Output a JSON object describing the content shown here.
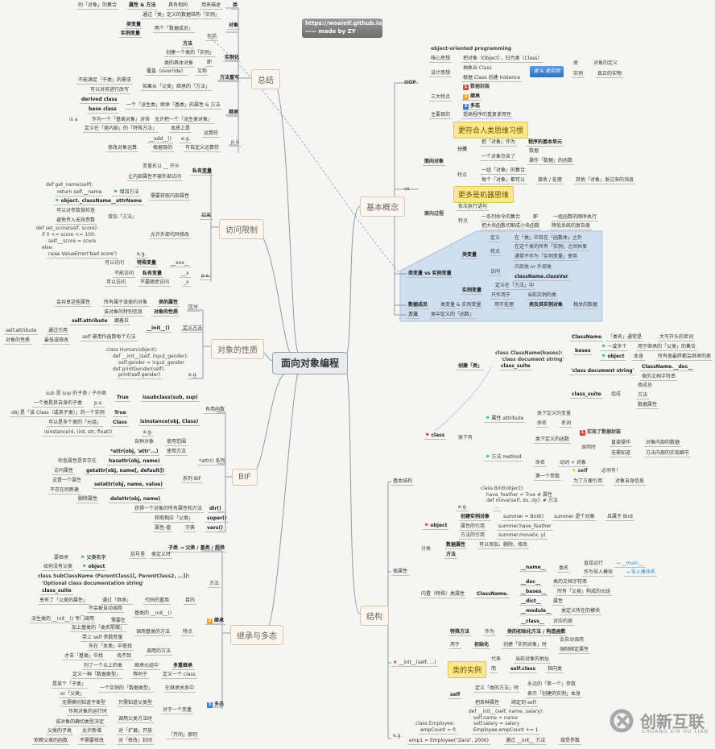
{
  "header": {
    "url": "https://woaielf.github.io/",
    "author": "—— made by ZY"
  },
  "center": "面向对象编程",
  "topics": {
    "summary": "总结",
    "access": "访问限制",
    "props": "对象的性质",
    "bif": "BIF",
    "inherit": "继承与多态",
    "concept": "基本概念",
    "structure": "结构"
  },
  "summary": [
    "的「对象」的集合",
    "属性 & 方法",
    "具有相同",
    "用来描述",
    "类",
    "通过「类」定义的数据结构「实例」",
    "类变量",
    "两个「数据成员」",
    "实例变量",
    "包括",
    "对象",
    "方法",
    "创建一个类的「实例」",
    "实例化",
    "类的具体对象",
    "即",
    "覆盖（override）",
    "又称",
    "方法重写",
    "不能满足「子类」的需求",
    "如果从「父类」继承的「方法」",
    "可以对其进行改写",
    "derived class",
    "base class",
    "一个「派生类」继承「基类」的属性 & 方法",
    "继承",
    "is a",
    "作为一个「基类对象」对待",
    "允许把一个「派生类对象」",
    "定义在「类内部」的「特殊方法」",
    "本质上是",
    "运算符",
    "__add__()",
    "e.g.",
    "p.s.",
    "修改对象运算",
    "根据目的",
    "可自定义运算符"
  ],
  "access": [
    "变量名以 __ 开头",
    "私有变量",
    "让内部属性不被外部访问",
    "def get_name(self):",
    "return self.__name",
    "增加方法",
    "object._className__attrName",
    "需要获取内部属性",
    "可以对参数做检查",
    "增加「方法」",
    "如果",
    "避免传入无效参数",
    "def set_score(self, score):",
    "if 0 <= score <= 100:",
    "self.__score = score",
    "else:",
    "raise ValueError('bad score')",
    "e.g.",
    "允许外部代码修改",
    "可以访问",
    "特殊变量",
    "__xxx__",
    "不能访问",
    "私有变量",
    "__x",
    "p.s.",
    "可以访问",
    "不要随意访问",
    "_x"
  ],
  "props": [
    "会共享这些属性",
    "所有属于该类的对象",
    "类的属性",
    "该对象的特别信息",
    "对象的性质",
    "区分",
    "self.attribute",
    "跟着拉",
    "self.attribute",
    "通过引用",
    "__init__()",
    "定义方法",
    "对象的性质",
    "最低或修改",
    "self 被用作函数每个方法",
    "class Human(object):",
    "def __init__(self, input_gender):",
    "self.gender = input_gender",
    "def printGender(self):",
    "print(self.gender)",
    "e.g."
  ],
  "bif": [
    "sub 是 sup 的子类 / 子孙类",
    "True",
    "issubclass(sub, sup)",
    "一个类是其自身的子类",
    "p.s.",
    "obj 是「该 Class（或其子类）」的一个实例",
    "True",
    "有用函数",
    "可以是多个类的「元组」",
    "Class",
    "isinstance(obj, Class)",
    "isinstance(4, (int, str, float))",
    "e.g.",
    "各种对象",
    "使用范围",
    "*attr(obj, 'attr'...)",
    "使用方法",
    "检查属性是否存在",
    "hasattr(obj, name)",
    "*attr() 系列",
    "访问属性",
    "getattr(obj, name[, default])",
    "设置一个属性",
    "setattr(obj, name, value)",
    "系列 BIF",
    "不存在则新建",
    "删除属性",
    "delattr(obj, name)",
    "获得一个对象的所有属性和方法",
    "dir()",
    "获取相应「父类」",
    "super()",
    "属性-值",
    "字典",
    "vars()"
  ],
  "inherit": [
    "子类 → 父类 / 基类 / 超类",
    "要继承",
    "父类名字",
    "括号里",
    "类定义时",
    "如何没有父类",
    "object",
    "class SubClassName (ParentClass1[, ParentClass2, ...]):",
    "'Optional class documentation string'",
    "class_suite",
    "方法",
    "享有了「父类的属性」",
    "通过「继承」",
    "代码的重用",
    "目的",
    "不会被自动调用",
    "基类的 __init__()",
    "派生类的 __init__() 专门调用",
    "需要在",
    "加上基类的「类名前缀」",
    "调用基类的方法",
    "特点",
    "继承",
    "带上 self 参数变量",
    "先在「本类」中查找",
    "调用的方法",
    "才去「基类」中找",
    "找不到",
    "列了一个以上的类",
    "继承元组中",
    "多重继承",
    "定义一种「数据类型」",
    "等同于",
    "定义一个 class",
    "是某个「子类」",
    "一个实例的「数据类型」",
    "在继承关系中",
    "or「父类」",
    "多态",
    "无需确切知道子类型",
    "只需知道父类型",
    "作用对象的运行时",
    "对于一个变量",
    "调用父类方法时",
    "该对象的确切类型决定",
    "父类的子类",
    "允许新增",
    "对「扩展」开放",
    "依赖父类的函数",
    "不需要修改",
    "对「修改」封闭",
    "「开闭」原则"
  ],
  "concept": [
    "object-oriented programming",
    "核心思想",
    "把对象（Object），归为类（Class）",
    "抽象出 Class",
    "设计思想",
    "根据 Class 创建 Instance",
    "类 & 类实例",
    "类",
    "对象的定义",
    "实例",
    "真正的实物",
    "OOP",
    "数据封装",
    "三大特点",
    "继承",
    "多态",
    "主要目的",
    "提高程序的重复使用性",
    "更符合人类思维习惯",
    "把「对象」作为",
    "程序的基本单元",
    "分类",
    "一个对象包含了",
    "数据",
    "操作「数据」的函数",
    "面向对象",
    "一组「对象」的集合",
    "特点",
    "每个「对象」都可以",
    "接收 / 处理",
    "其他「对象」发过来的消息",
    "vs",
    "更多是机器思维",
    "依次执行语句",
    "面向过程",
    "一系列命令的集合",
    "即",
    "一组函数的顺序执行",
    "特点",
    "把大块函数切割成小块函数",
    "降低系统的复杂度",
    "定义",
    "在「类」中且在「函数体」之外",
    "特点",
    "在这个类的所有「实例」之间共享",
    "类变量",
    "通常不作为「实例变量」使用",
    "访问",
    "内部类 or 外部类",
    "className.classVar",
    "类变量 vs 实例变量",
    "定义在「方法」中",
    "实例变量",
    "只作用于",
    "当前实例的类",
    "数据成员",
    "类变量 & 实例变量",
    "用于处理",
    "类及其实例对象",
    "相关的数据",
    "方法",
    "类中定义的「函数」"
  ],
  "structure": [
    "ClassName",
    "「类名」通常是",
    "大写开头的单词",
    "class ClassName(bases):",
    "'class document string'",
    "class_suite",
    "创建「类」",
    "bases",
    "一或多个",
    "用于继承的「父类」的集合",
    "object",
    "本身",
    "所有类最终都会继承的类",
    "'class document string'",
    "ClassName.__doc__",
    "类的文档字符串",
    "类成员",
    "class_suite",
    "组成",
    "方法",
    "数据属性",
    "属性 attribute",
    "类下定义的变量",
    "命名",
    "名词",
    "class",
    "类下有",
    "实现了数据封装",
    "类下定义的函数",
    "调用时",
    "直接操作",
    "对象内部的数据",
    "无需知道",
    "方法内部的实现细节",
    "方法 method",
    "命名",
    "动词 + 对象",
    "第一个参数",
    "self",
    "必须有！",
    "为了方便引用",
    "对象自身信息",
    "基本结构",
    "class Bird(object):",
    "have_feather = True # 属性",
    "def move(self, dx, dy): # 方法",
    "...",
    "e.g.",
    "创建实例对象",
    "summer = Bird()",
    "summer 是个对象",
    "且属于 Bird",
    "object",
    "属性的引用",
    "summer.have_feather",
    "方法的引用",
    "summer.move(x, y)",
    "分类",
    "数据属性",
    "可以添加，删除，修改",
    "方法",
    "类属性",
    "__name__",
    "类名",
    "直接运行",
    "→ __main__",
    "作为导入模块",
    "→ 导入模块名",
    "内置（特殊）类属性",
    "ClassName.",
    "__doc__",
    "类的文档字符串",
    "__bases__",
    "所有「父类」构成的元组",
    "__dict__",
    "属性",
    "__module__",
    "类定义所在的模块",
    "__class__",
    "对应的类"
  ],
  "init": [
    "特殊方法",
    "作为",
    "类的初始化方法 / 构造函数",
    "用于",
    "初始化",
    "创建「实例对象」时",
    "会自动调用",
    "强制绑定属性",
    "__init__(self, ...)",
    "代表",
    "当前对象的地址",
    "类的实例",
    "而",
    "self.class",
    "指向类",
    "self",
    "定义「类的方法」时",
    "永远的「第一个」参数",
    "表示「创建的实例」本身",
    "把各种属性",
    "绑定到 self",
    "def __init__(self, name, salary):",
    "self.name = name",
    "self.salary = salary",
    "Employee.empCount += 1",
    "class Employee:",
    "empCount = 0",
    "e.g.",
    "emp1 = Employee(\"Zara\", 2000)",
    "通过 __init__ 方法",
    "接受参数"
  ],
  "watermark": {
    "cn": "创新互联",
    "en": "CHUANG XIN HU LIAN"
  },
  "colors": {
    "accent_blue": "#cfdff0",
    "callout": "#fbe98c",
    "flag_green": "#2bb673",
    "flag_red": "#d9322f"
  }
}
